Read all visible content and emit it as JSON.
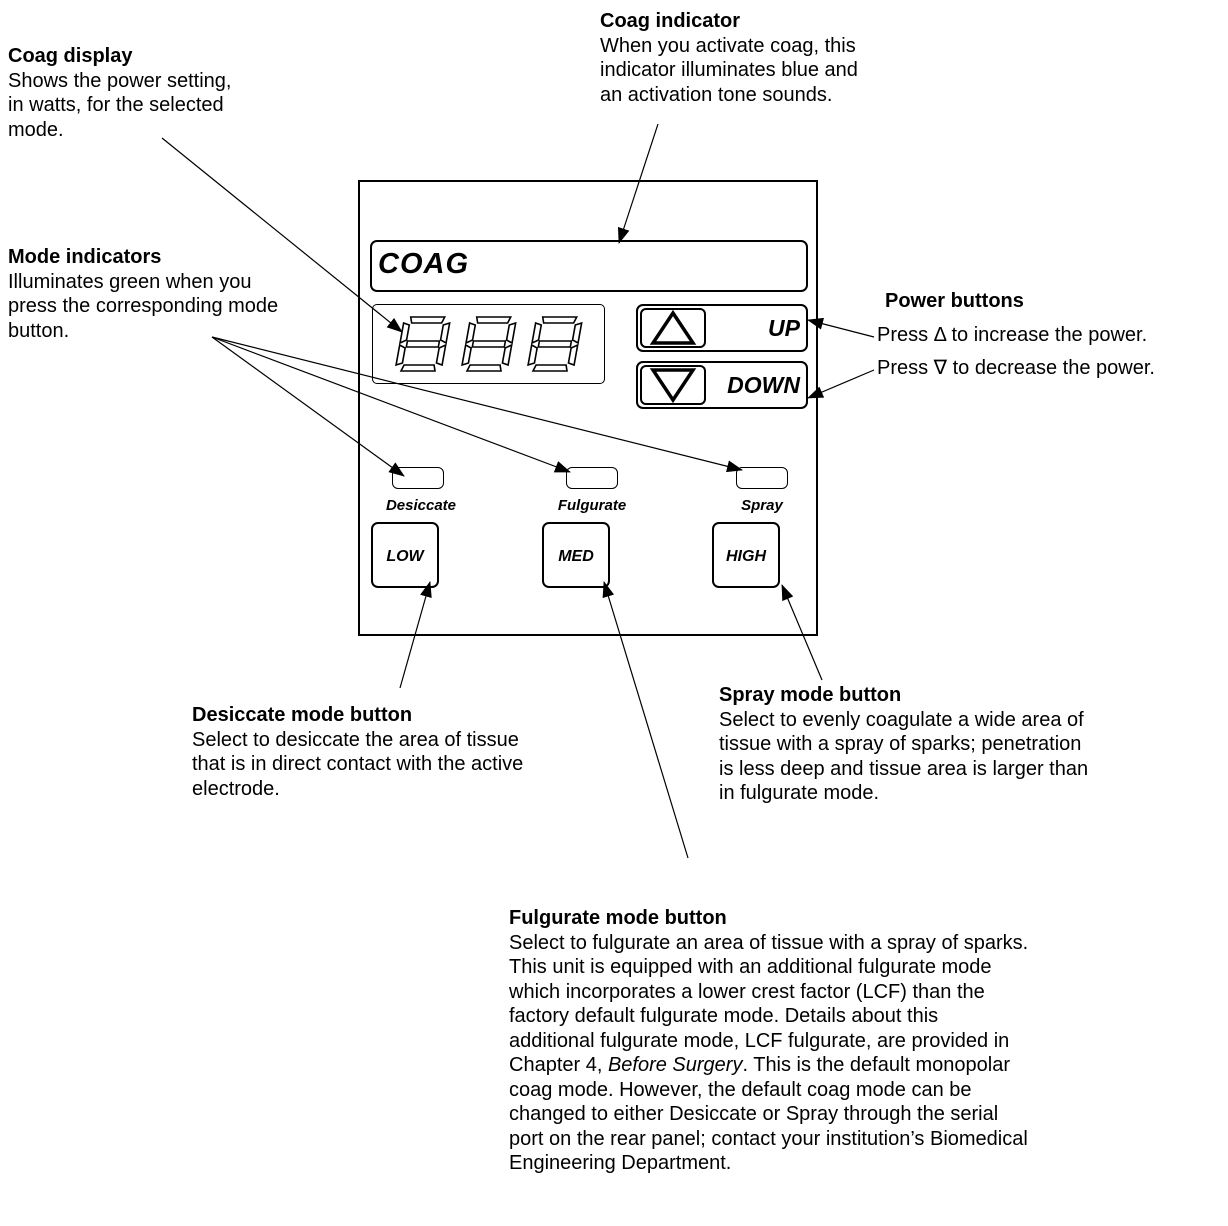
{
  "callouts": {
    "coag_display": {
      "title": "Coag display",
      "lines": [
        "Shows the power setting,",
        "in watts, for the selected",
        "mode."
      ]
    },
    "coag_indicator": {
      "title": "Coag indicator",
      "lines": [
        "When you activate coag, this",
        "indicator illuminates blue and",
        "an activation tone sounds."
      ]
    },
    "mode_indicators": {
      "title": "Mode indicators",
      "lines": [
        "Illuminates green when you",
        "press the corresponding mode",
        "button."
      ]
    },
    "power_buttons": {
      "title": "Power buttons",
      "up_text": "Press Δ  to increase the power.",
      "down_text": "Press ∇  to decrease the power."
    },
    "desiccate": {
      "title": "Desiccate mode button",
      "lines": [
        "Select to desiccate the area of tissue",
        "that is in direct contact with the active",
        "electrode."
      ]
    },
    "spray": {
      "title": "Spray mode button",
      "lines": [
        "Select to evenly coagulate a wide area of",
        "tissue with a spray of sparks; penetration",
        "is less deep and tissue area is larger than",
        "in fulgurate mode."
      ]
    },
    "fulgurate": {
      "title": "Fulgurate mode button",
      "line1": "Select to fulgurate an area of tissue with a spray of sparks.",
      "line2": "This unit is equipped with an additional fulgurate mode",
      "line3": "which incorporates a lower crest factor (LCF) than the",
      "line4": "factory default fulgurate mode. Details about this",
      "line5": "additional fulgurate mode, LCF fulgurate, are provided in",
      "line6_pre": "Chapter  4, ",
      "line6_em": "Before Surgery",
      "line6_post": ". This is the default monopolar",
      "line7": "coag mode. However, the default coag mode can be",
      "line8": "changed to either Desiccate or Spray through the serial",
      "line9": "port on the rear panel; contact your institution’s Biomedical",
      "line10": "Engineering Department."
    }
  },
  "panel": {
    "coag_label": "COAG",
    "display_value": "888",
    "up_label": "UP",
    "down_label": "DOWN",
    "modes": [
      {
        "label": "Desiccate",
        "button": "LOW"
      },
      {
        "label": "Fulgurate",
        "button": "MED"
      },
      {
        "label": "Spray",
        "button": "HIGH"
      }
    ]
  }
}
